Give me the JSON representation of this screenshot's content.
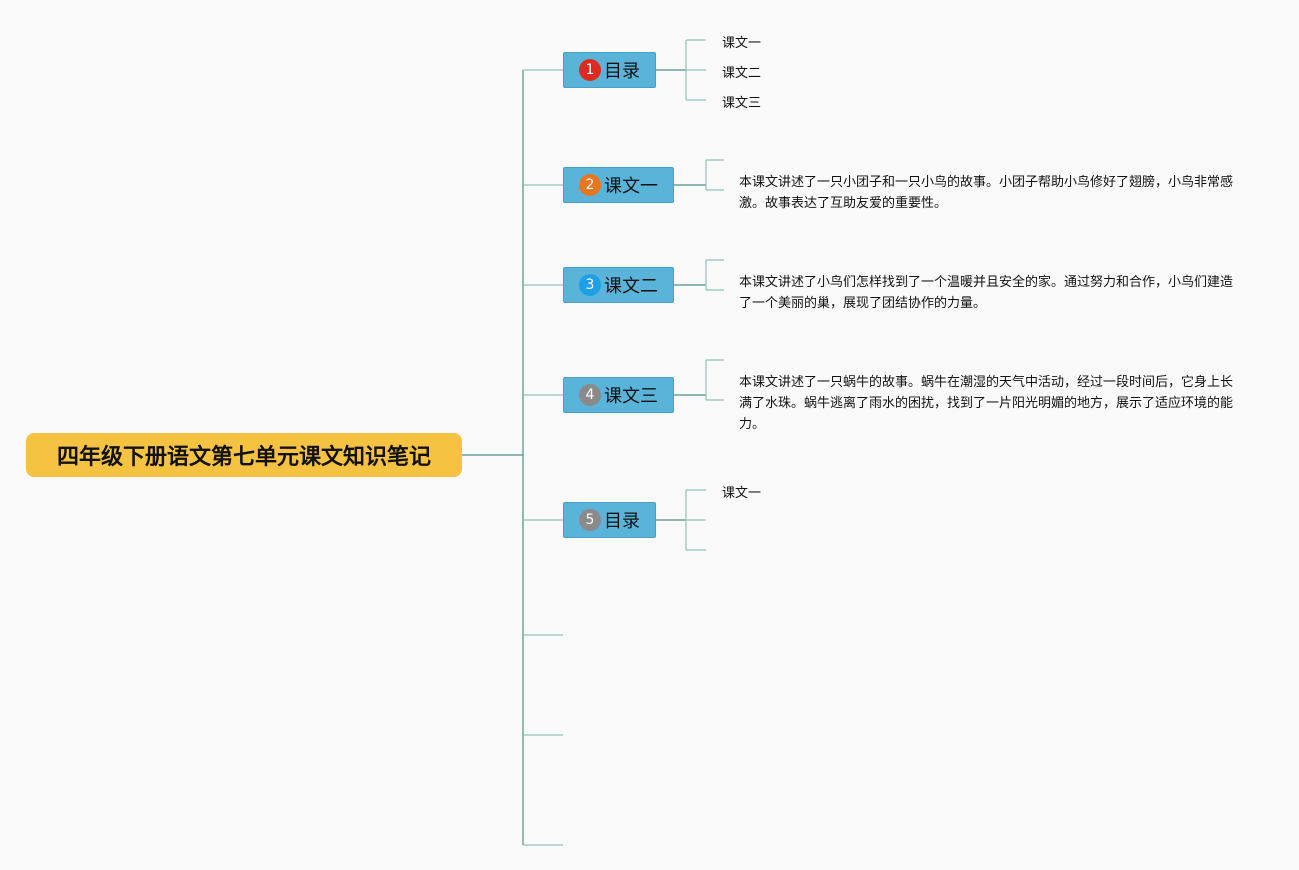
{
  "root": {
    "title": "四年级下册语文第七单元课文知识笔记"
  },
  "topics": [
    {
      "number": "1",
      "label": "目录",
      "badge_color": "#e02a1f",
      "children": [
        "课文一",
        "课文二",
        "课文三"
      ]
    },
    {
      "number": "2",
      "label": "课文一",
      "badge_color": "#e8761e",
      "note": "本课文讲述了一只小团子和一只小鸟的故事。小团子帮助小鸟修好了翅膀，小鸟非常感激。故事表达了互助友爱的重要性。"
    },
    {
      "number": "3",
      "label": "课文二",
      "badge_color": "#1ea0e6",
      "note": "本课文讲述了小鸟们怎样找到了一个温暖并且安全的家。通过努力和合作，小鸟们建造了一个美丽的巢，展现了团结协作的力量。"
    },
    {
      "number": "4",
      "label": "课文三",
      "badge_color": "#8a8a8a",
      "note": "本课文讲述了一只蜗牛的故事。蜗牛在潮湿的天气中活动，经过一段时间后，它身上长满了水珠。蜗牛逃离了雨水的困扰，找到了一片阳光明媚的地方，展示了适应环境的能力。"
    },
    {
      "number": "5",
      "label": "目录",
      "badge_color": "#8a8a8a",
      "children": [
        "课文一"
      ]
    }
  ],
  "colors": {
    "root_fill": "#f5c242",
    "topic_fill": "#5ab4d9",
    "connector": "#4f8f83",
    "connector_light": "#8fc2b6"
  }
}
